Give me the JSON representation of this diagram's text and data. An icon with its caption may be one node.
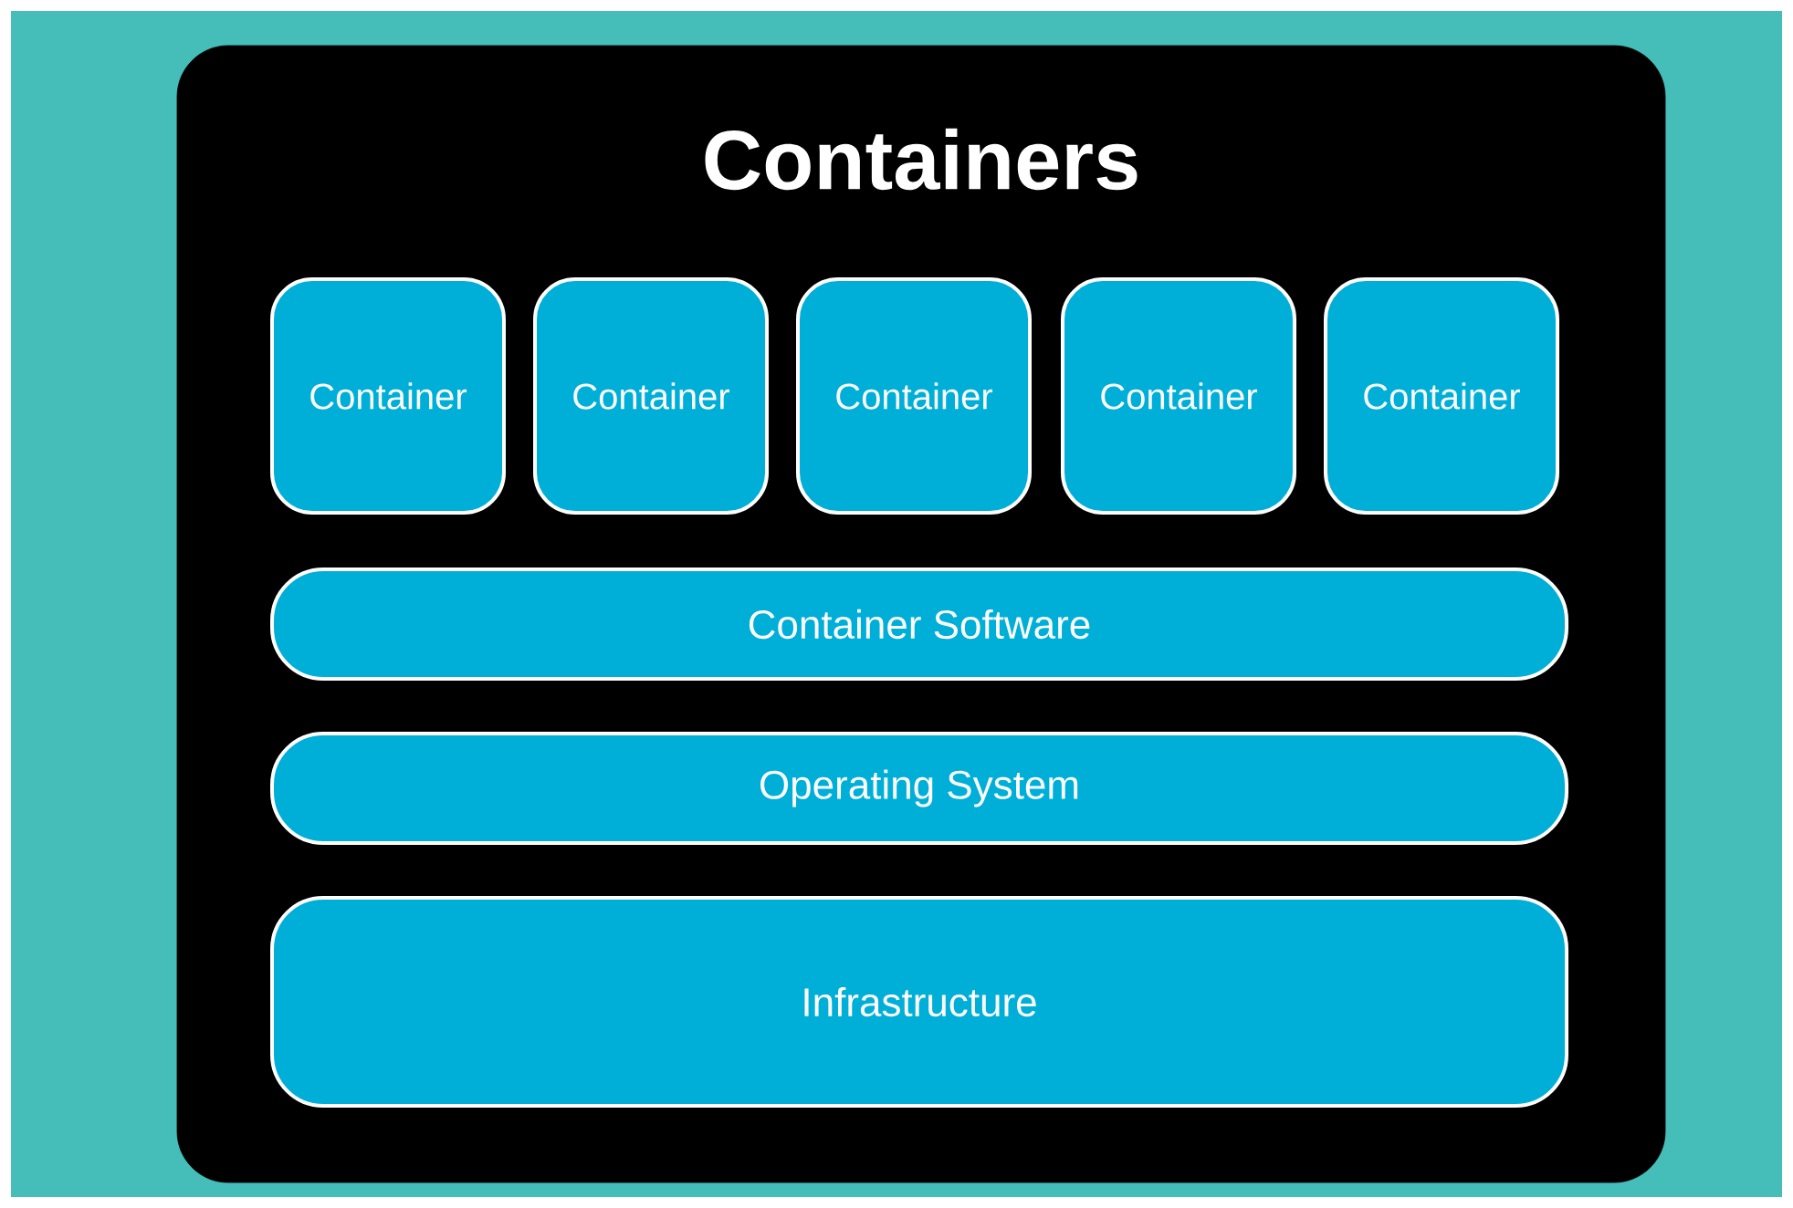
{
  "diagram": {
    "nodes": [
      {
        "text": [
          "Containers"
        ]
      },
      {
        "text": [
          "Container"
        ],
        "in": 0
      },
      {
        "text": [
          "Container"
        ],
        "in": 0
      },
      {
        "text": [
          "Container"
        ],
        "in": 0
      },
      {
        "text": [
          "Container"
        ],
        "in": 0
      },
      {
        "text": [
          "Container"
        ],
        "in": 0
      },
      {
        "text": [
          "Container Software"
        ],
        "in": 0
      },
      {
        "text": [
          "Operating System"
        ],
        "in": 0
      },
      {
        "text": [
          "Infrastructure"
        ],
        "in": 0
      }
    ]
  }
}
